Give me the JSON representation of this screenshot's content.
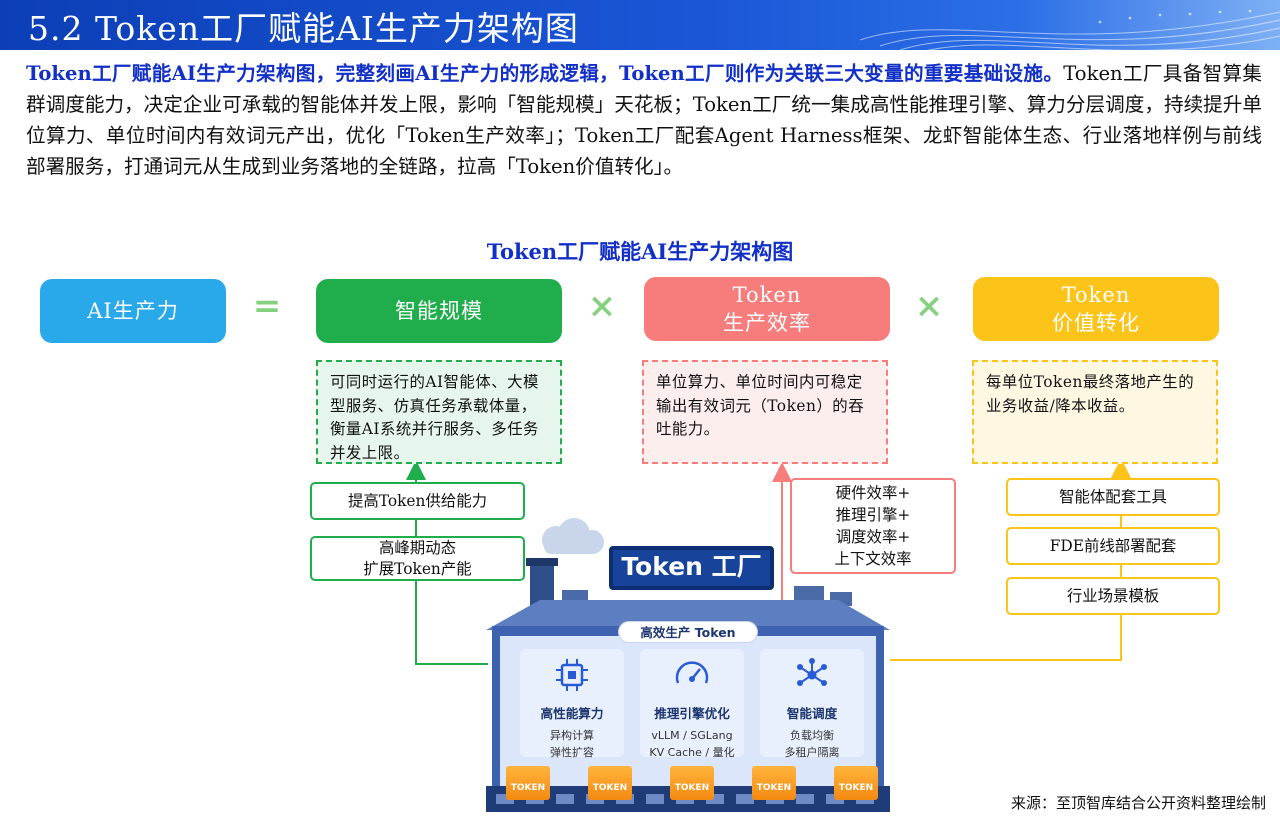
{
  "header": {
    "title": "5.2 Token工厂赋能AI生产力架构图"
  },
  "intro": {
    "highlight": "Token工厂赋能AI生产力架构图，完整刻画AI生产力的形成逻辑，Token工厂则作为关联三大变量的重要基础设施。",
    "body": "Token工厂具备智算集群调度能力，决定企业可承载的智能体并发上限，影响「智能规模」天花板；Token工厂统一集成高性能推理引擎、算力分层调度，持续提升单位算力、单位时间内有效词元产出，优化「Token生产效率」；Token工厂配套Agent Harness框架、龙虾智能体生态、行业落地样例与前线部署服务，打通词元从生成到业务落地的全链路，拉高「Token价值转化」。"
  },
  "diagram": {
    "title": "Token工厂赋能AI生产力架构图",
    "colors": {
      "ai": "#29a9ea",
      "scale": "#1fae4b",
      "efficiency": "#f77c7c",
      "value": "#fcc318"
    },
    "formula": {
      "ai": "AI生产力",
      "equals": "=",
      "times": "×",
      "scale": "智能规模",
      "efficiency_l1": "Token",
      "efficiency_l2": "生产效率",
      "value_l1": "Token",
      "value_l2": "价值转化"
    },
    "descriptions": {
      "scale": "可同时运行的AI智能体、大模型服务、仿真任务承载体量，衡量AI系统并行服务、多任务并发上限。",
      "efficiency": "单位算力、单位时间内可稳定输出有效词元（Token）的吞吐能力。",
      "value": "每单位Token最终落地产生的业务收益/降本收益。"
    },
    "left_boxes": [
      "提高Token供给能力"
    ],
    "left_box2": {
      "l1": "高峰期动态",
      "l2": "扩展Token产能"
    },
    "middle_box": [
      "硬件效率+",
      "推理引擎+",
      "调度效率+",
      "上下文效率"
    ],
    "right_boxes": [
      "智能体配套工具",
      "FDE前线部署配套",
      "行业场景模板"
    ],
    "factory": {
      "sign": "Token 工厂",
      "banner": "高效生产 Token",
      "panels": [
        {
          "title": "高性能算力",
          "sub1": "异构计算",
          "sub2": "弹性扩容",
          "icon": "chip-icon"
        },
        {
          "title": "推理引擎优化",
          "sub1": "vLLM / SGLang",
          "sub2": "KV Cache / 量化",
          "icon": "gauge-icon"
        },
        {
          "title": "智能调度",
          "sub1": "负载均衡",
          "sub2": "多租户隔离",
          "icon": "network-icon"
        }
      ],
      "token_label": "TOKEN"
    }
  },
  "source": "来源：至顶智库结合公开资料整理绘制"
}
